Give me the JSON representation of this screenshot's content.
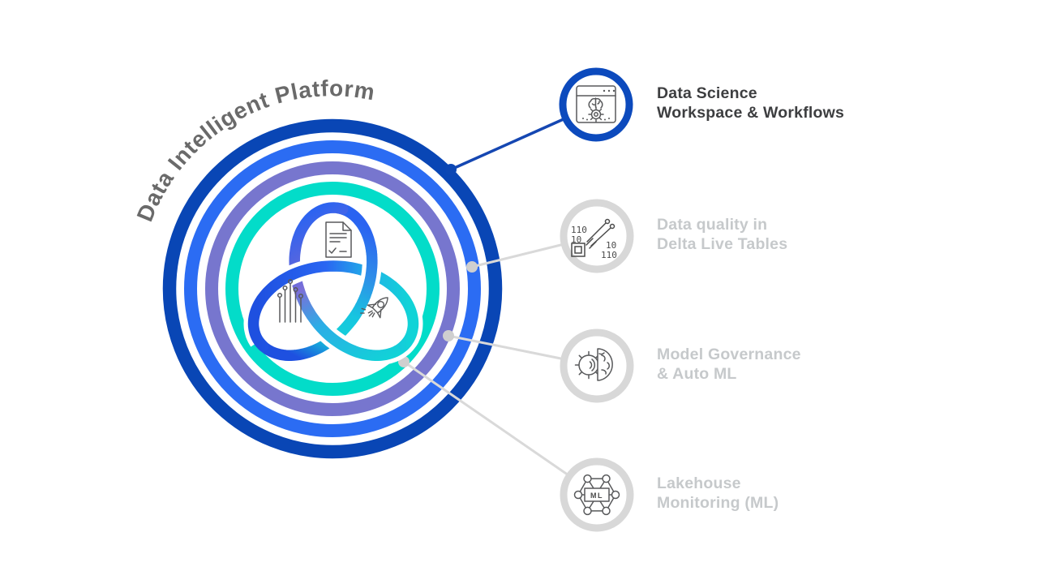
{
  "title": "Data Intelligent Platform",
  "colors": {
    "ring_outer": "#0946b5",
    "ring_second": "#2b6cf3",
    "ring_third": "#7776ce",
    "ring_inner": "#03dcc9",
    "knot_blue": "#2a63f1",
    "knot_purple": "#7b6fd8",
    "knot_teal": "#11d3d7",
    "active_accent": "#0c4abd",
    "active_text": "#3d3e40",
    "inactive_text": "#c6c9cb",
    "inactive_border": "#d8d8d8",
    "title_text": "#6a6a6a"
  },
  "items": [
    {
      "id": "data-science-workspace",
      "line1": "Data Science",
      "line2": "Workspace & Workflows",
      "state": "active",
      "icon": "notebook-brain-gear-icon"
    },
    {
      "id": "data-quality-dlt",
      "line1": "Data quality in",
      "line2": "Delta Live Tables",
      "state": "inactive",
      "icon": "binary-circuit-icon"
    },
    {
      "id": "model-governance-automl",
      "line1": "Model Governance",
      "line2": "& Auto ML",
      "state": "inactive",
      "icon": "gear-brain-icon"
    },
    {
      "id": "lakehouse-monitoring",
      "line1": "Lakehouse",
      "line2": "Monitoring (ML)",
      "state": "inactive",
      "icon": "ml-network-icon"
    }
  ],
  "icon_texts": {
    "binary_top_left": "110",
    "binary_mid_left": "10",
    "binary_mid_right": "10",
    "binary_bottom_right": "110",
    "ml_badge": "ML"
  },
  "center_icons": [
    "document-icon",
    "circuit-branches-icon",
    "rocket-icon"
  ]
}
